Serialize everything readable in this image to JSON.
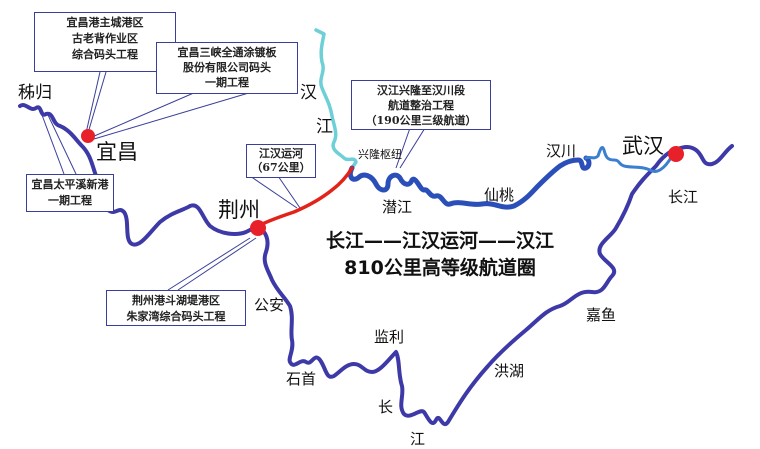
{
  "map": {
    "title_line1": "长江——江汉运河——汉江",
    "title_line2": "810公里高等级航道圈",
    "colors": {
      "yangtze": "#3d3aa8",
      "hanjiang_upper": "#6fcfd6",
      "hanjiang_lower": "#2b4fb8",
      "hanjiang_wuhan": "#3a7fd0",
      "canal": "#e2231a",
      "city_dot": "#e8202a",
      "callout_border": "#3a3f9a"
    },
    "cities": {
      "zigui": "秭归",
      "yichang": "宜昌",
      "jingzhou": "荆州",
      "wuhan": "武汉"
    },
    "places": {
      "gongan": "公安",
      "shishou": "石首",
      "jianli": "监利",
      "honghu": "洪湖",
      "jiayu": "嘉鱼",
      "qianjiang": "潜江",
      "xiantao": "仙桃",
      "hanchuan": "汉川",
      "xinglong_hub": "兴隆枢纽"
    },
    "river_labels": {
      "hanjiang_char1": "汉",
      "hanjiang_char2": "江",
      "yangtze_east": "长江",
      "yangtze_south_char1": "长",
      "yangtze_south_char2": "江"
    },
    "callouts": {
      "yichang_main_port": [
        "宜昌港主城港区",
        "古老背作业区",
        "综合码头工程"
      ],
      "yichang_sanxia": [
        "宜昌三峡全通涂镀板",
        "股份有限公司码头",
        "一期工程"
      ],
      "yichang_taipingxi": [
        "宜昌太平溪新港",
        "一期工程"
      ],
      "canal": [
        "江汉运河",
        "（67公里）"
      ],
      "hanjiang_project": [
        "汉江兴隆至汉川段",
        "航道整治工程",
        "（190公里三级航道）"
      ],
      "jingzhou_port": [
        "荆州港斗湖堤港区",
        "朱家湾综合码头工程"
      ]
    }
  }
}
